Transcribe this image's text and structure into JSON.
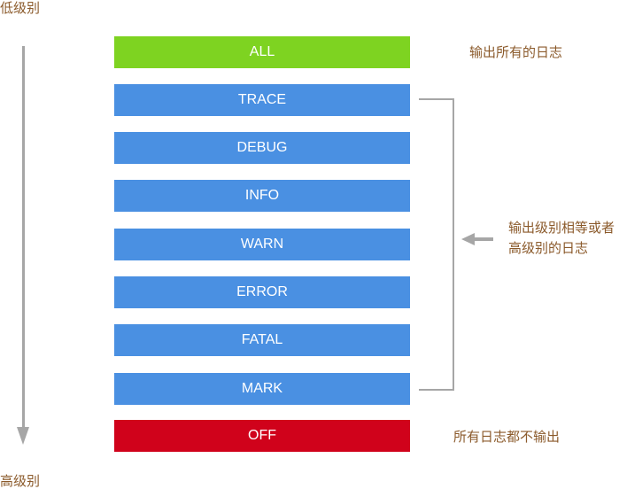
{
  "axis": {
    "low_label": "低级别",
    "high_label": "高级别"
  },
  "levels": [
    {
      "name": "ALL",
      "color": "#7ed321"
    },
    {
      "name": "TRACE",
      "color": "#4a90e2"
    },
    {
      "name": "DEBUG",
      "color": "#4a90e2"
    },
    {
      "name": "INFO",
      "color": "#4a90e2"
    },
    {
      "name": "WARN",
      "color": "#4a90e2"
    },
    {
      "name": "ERROR",
      "color": "#4a90e2"
    },
    {
      "name": "FATAL",
      "color": "#4a90e2"
    },
    {
      "name": "MARK",
      "color": "#4a90e2"
    },
    {
      "name": "OFF",
      "color": "#d0021b"
    }
  ],
  "notes": {
    "all": "输出所有的日志",
    "range": "输出级别相等或者高级别的日志",
    "off": "所有日志都不输出"
  },
  "colors": {
    "note_text": "#8b5a2b",
    "arrow": "#a6a6a6"
  }
}
